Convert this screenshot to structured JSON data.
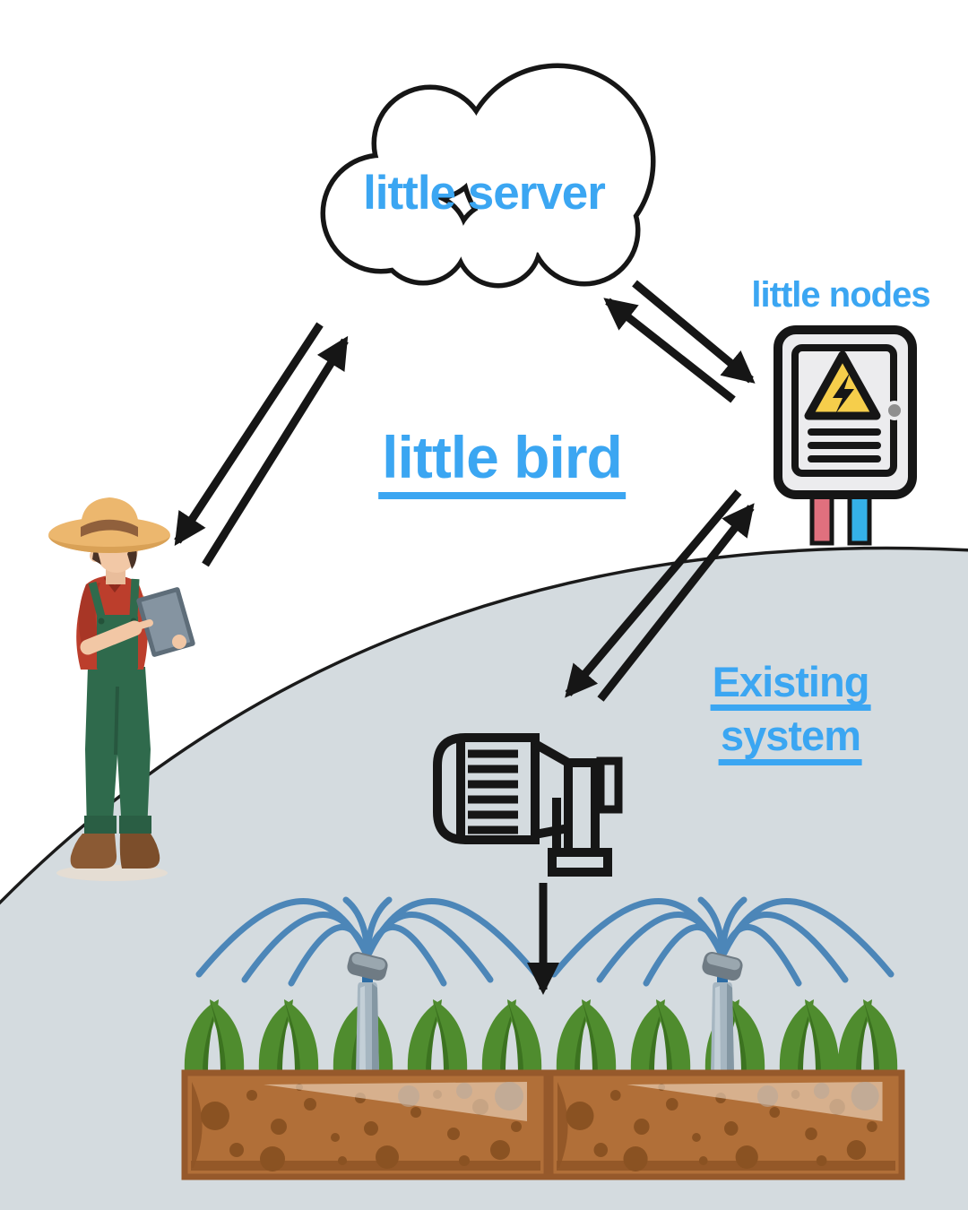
{
  "diagram": {
    "title": "little bird",
    "labels": {
      "server": "little server",
      "nodes": "little nodes",
      "bird": "little bird",
      "existing_line1": "Existing",
      "existing_line2": "system"
    },
    "palette": {
      "accent_blue": "#3BA6F2",
      "outline_black": "#161616",
      "hill_gray": "#D4DBDF",
      "soil_brown": "#B16F38",
      "soil_dark": "#8A5222",
      "grass_green": "#4F8C2E",
      "grass_dark": "#3C7320",
      "water_blue": "#4C86B8",
      "warning_yellow": "#F6CE4B",
      "wire_red": "#E0707E",
      "wire_blue": "#35B1E8",
      "shirt_red": "#BC3E2C",
      "overalls_green": "#2F6A4C",
      "hat_tan": "#ECB76E"
    },
    "icons": [
      "cloud-icon",
      "fuse-box-icon",
      "warning-triangle-icon",
      "lightning-bolt-icon",
      "pump-icon",
      "sprinkler-icon",
      "grass-icon",
      "soil-icon",
      "farmer-illustration",
      "tablet-icon",
      "arrow-icon"
    ]
  }
}
